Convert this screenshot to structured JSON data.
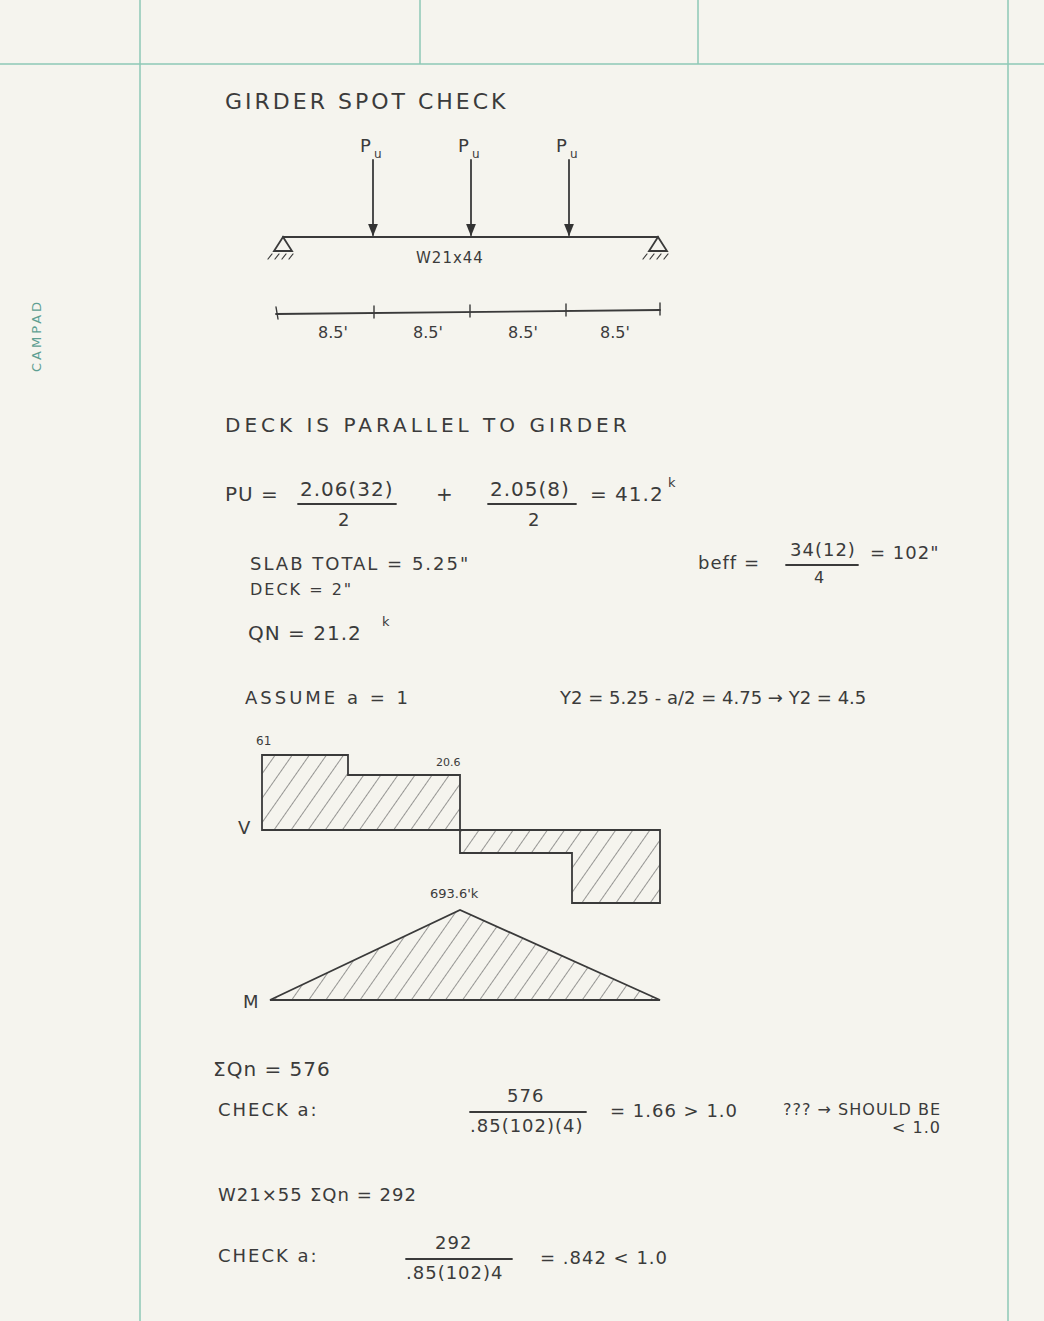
{
  "diagram": {
    "title": "GIRDER SPOT CHECK",
    "labels": [
      "P",
      "u",
      "P",
      "u",
      "P",
      "u",
      "W21x44",
      "8.5'",
      "8.5'",
      "8.5'",
      "8.5'",
      "DECK IS PARALLEL TO GIRDER",
      "PU =",
      "2.06(32)",
      "2",
      "+",
      "2.05(8)",
      "2",
      "= 41.2",
      "k",
      "SLAB TOTAL = 5.25\"",
      "DECK = 2\"",
      "beff =",
      "34(12)",
      "4",
      "= 102\"",
      "QN = 21.2",
      "k",
      "ASSUME a = 1",
      "Y2 = 5.25 - a/2 = 4.75 → Y2 = 4.5",
      "61",
      "20.6",
      "V",
      "693.6'k",
      "M",
      "ΣQn = 576",
      "CHECK a:",
      "576",
      ".85(102)(4)",
      "= 1.66 > 1.0",
      "??? → SHOULD BE < 1.0",
      "W21×55",
      "ΣQn = 292",
      "CHECK a:",
      "292",
      ".85(102)4",
      "= .842 < 1.0",
      "CAMPAD"
    ]
  }
}
